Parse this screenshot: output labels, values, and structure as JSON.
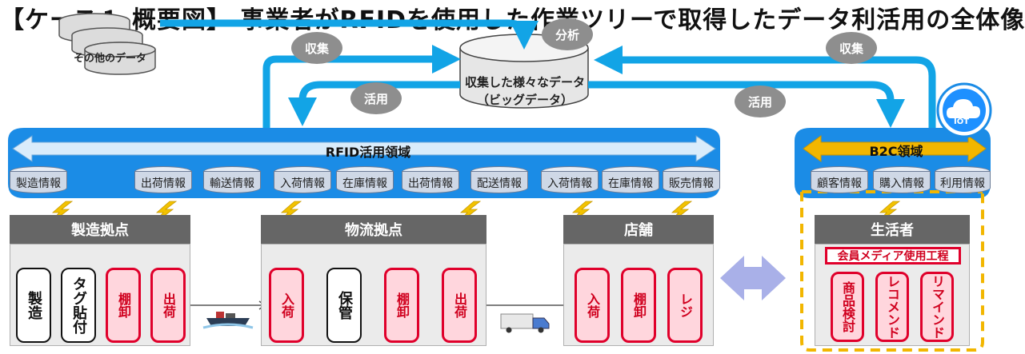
{
  "title": "【ケース１ 概要図】 事業者がRFIDを使用した作業ツリーで取得したデータ利活用の全体像",
  "other_data_label": "その他のデータ",
  "bigdata": {
    "line1": "収集した様々なデータ",
    "line2": "（ビッグデータ）"
  },
  "pills": {
    "analyze": "分析",
    "collect_left": "収集",
    "use_left": "活用",
    "use_right": "活用",
    "collect_right": "収集"
  },
  "iot_label": "IOT",
  "rfid_domain": "RFID活用領域",
  "b2c_domain": "B2C領域",
  "rfid_info": [
    "製造情報",
    "出荷情報",
    "輸送情報",
    "入荷情報",
    "在庫情報",
    "出荷情報",
    "配送情報",
    "入荷情報",
    "在庫情報",
    "販売情報"
  ],
  "b2c_info": [
    "顧客情報",
    "購入情報",
    "利用情報"
  ],
  "sites": {
    "factory": {
      "title": "製造拠点",
      "steps": [
        "製造",
        "タグ貼付",
        "棚卸",
        "出荷"
      ]
    },
    "logistics": {
      "title": "物流拠点",
      "steps": [
        "入荷",
        "保管",
        "棚卸",
        "出荷"
      ]
    },
    "store": {
      "title": "店舗",
      "steps": [
        "入荷",
        "棚卸",
        "レジ"
      ]
    },
    "consumer": {
      "title": "生活者",
      "member_media": "会員メディア使用工程",
      "steps": [
        "商品検討",
        "レコメンド",
        "リマインド"
      ]
    }
  },
  "colors": {
    "arrow_blue": "#12a4e6",
    "band_blue": "#1b8ce6",
    "header_gray": "#666666",
    "pink_fill": "#ffd6dd",
    "red_border": "#e0002b",
    "b2c_gold": "#f2b600",
    "link_lavender": "#a9b0e8"
  }
}
